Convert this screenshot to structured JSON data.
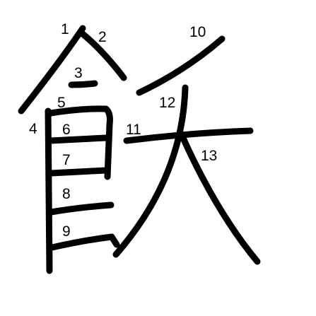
{
  "character": "飫",
  "stroke_count": 13,
  "stroke_color": "#000000",
  "label_color": "#000000",
  "background_color": "#ffffff",
  "stroke_numbers": [
    "1",
    "2",
    "3",
    "4",
    "5",
    "6",
    "7",
    "8",
    "9",
    "10",
    "11",
    "12",
    "13"
  ]
}
